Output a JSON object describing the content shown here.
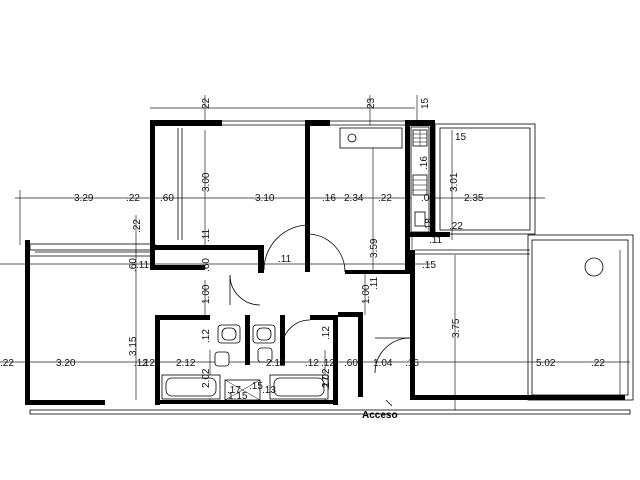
{
  "plan": {
    "labels": {
      "entrance": "Acceso"
    },
    "dimensions": {
      "top": [
        "22",
        "23",
        "15",
        "15"
      ],
      "upper_row": [
        "3.29",
        ".22",
        ".60",
        "3.10",
        ".16",
        "2.34",
        ".22",
        ".07",
        "2.35"
      ],
      "upper_vertical": [
        "3.00",
        "3.59",
        "3.01",
        ".16"
      ],
      "middle": [
        ".22",
        ".11",
        ".60",
        ".60",
        ".11",
        ".11",
        ".11",
        ".18",
        ".22",
        ".15"
      ],
      "middle_vertical": [
        "1.00",
        "1.00",
        ".11",
        "3.15",
        "3.75"
      ],
      "bath": [
        ".12",
        ".12",
        ".12",
        ".12",
        "2.02",
        "2.02",
        ".17",
        ".17",
        "1.15",
        ".15",
        ".13"
      ],
      "lower_row": [
        ".22",
        "3.20",
        ".12",
        "2.12",
        "2.12",
        ".12",
        ".60",
        "1.04",
        ".16",
        "5.02",
        ".22"
      ]
    }
  }
}
